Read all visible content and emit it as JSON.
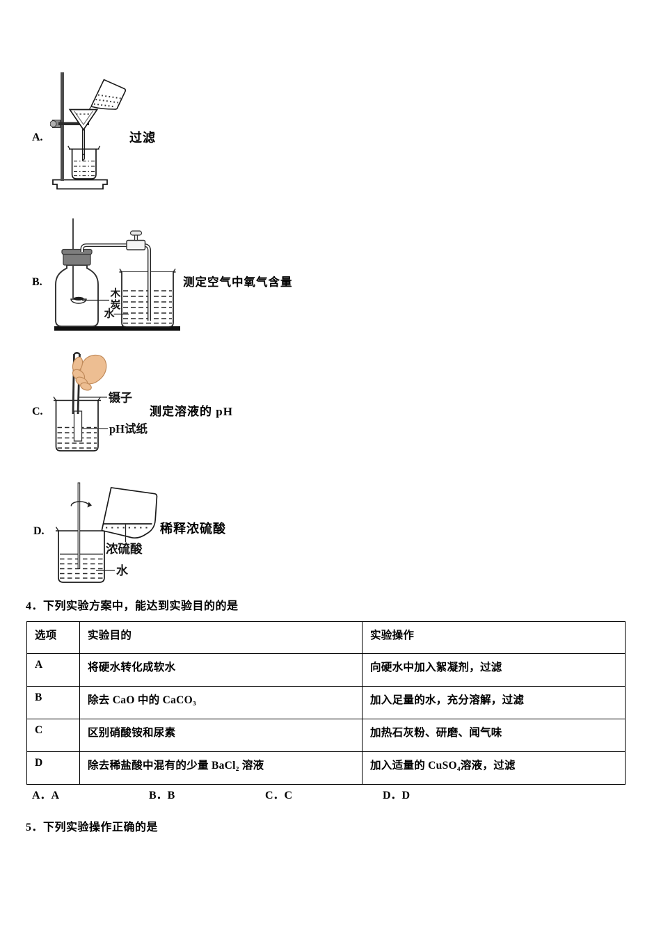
{
  "figure": {
    "options": [
      {
        "label": "A.",
        "caption": "过滤"
      },
      {
        "label": "B.",
        "caption": "测定空气中氧气含量",
        "annotations": {
          "wood": "木",
          "charcoal": "炭",
          "water": "水"
        }
      },
      {
        "label": "C.",
        "caption": "测定溶液的 pH",
        "annotations": {
          "tweezers": "镊子",
          "ph_paper": "pH试纸"
        }
      },
      {
        "label": "D.",
        "caption": "稀释浓硫酸",
        "annotations": {
          "acid": "浓硫酸",
          "water": "水"
        }
      }
    ]
  },
  "question4": {
    "text": "4．下列实验方案中，能达到实验目的的是",
    "table": {
      "headers": [
        "选项",
        "实验目的",
        "实验操作"
      ],
      "rows": [
        {
          "option": "A",
          "purpose": "将硬水转化成软水",
          "operation": "向硬水中加入絮凝剂，过滤"
        },
        {
          "option": "B",
          "purpose": "除去 CaO 中的 CaCO₃",
          "operation": "加入足量的水，充分溶解，过滤"
        },
        {
          "option": "C",
          "purpose": "区别硝酸铵和尿素",
          "operation": "加热石灰粉、研磨、闻气味"
        },
        {
          "option": "D",
          "purpose": "除去稀盐酸中混有的少量 BaCl₂ 溶液",
          "operation": "加入适量的 CuSO₄溶液，过滤"
        }
      ]
    },
    "choices": [
      "A．A",
      "B．B",
      "C．C",
      "D．D"
    ]
  },
  "question5": {
    "text": "5．下列实验操作正确的是"
  },
  "colors": {
    "text": "#000000",
    "background": "#ffffff",
    "hand": "#edbe92",
    "hand_outline": "#c08a5a",
    "stopper": "#7d7d7d",
    "line": "#1a1a1a"
  }
}
